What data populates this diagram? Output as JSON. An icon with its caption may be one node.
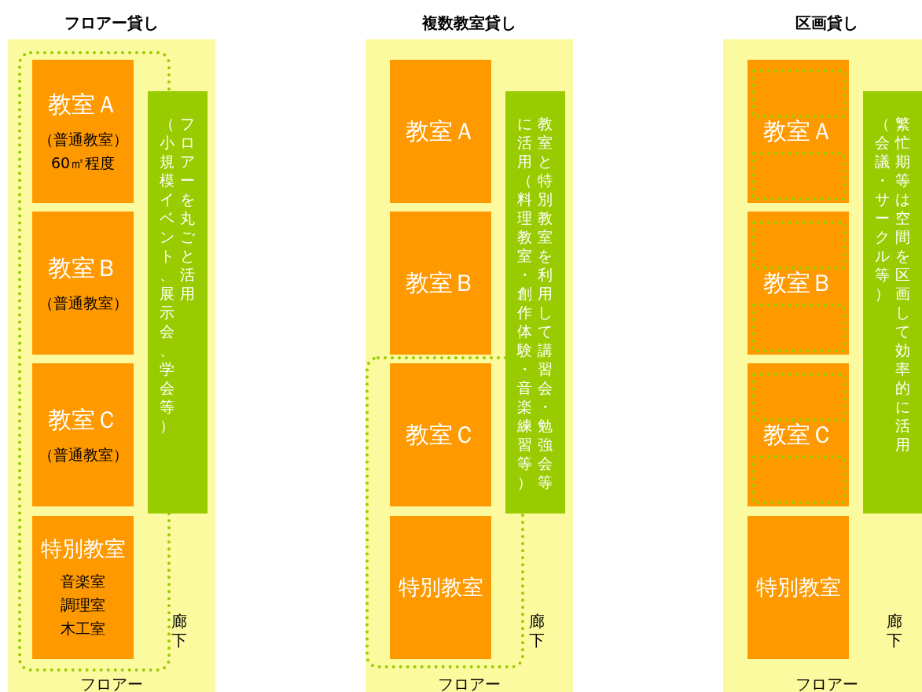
{
  "diagram": {
    "nodes": [
      {
        "text": [
          "フロアー貸し",
          "フロアー"
        ]
      },
      {
        "text": [
          "教室Ａ",
          "（普通教室）",
          "60㎡程度"
        ],
        "in": 0
      },
      {
        "text": [
          "教室Ｂ",
          "（普通教室）"
        ],
        "in": 0
      },
      {
        "text": [
          "教室Ｃ",
          "（普通教室）"
        ],
        "in": 0
      },
      {
        "text": [
          "特別教室",
          "音楽室",
          "調理室",
          "木工室"
        ],
        "in": 0
      },
      {
        "text": [
          "フロアーを丸ごと活用（小規模イベント、展示会、学会等）"
        ],
        "in": 0
      },
      {
        "text": [
          "複数教室貸し",
          "フロアー"
        ]
      },
      {
        "text": [
          "教室Ａ"
        ],
        "in": 6
      },
      {
        "text": [
          "教室Ｂ"
        ],
        "in": 6
      },
      {
        "text": [
          "教室Ｃ"
        ],
        "in": 6
      },
      {
        "text": [
          "特別教室"
        ],
        "in": 6
      },
      {
        "text": [
          "教室と特別教室を利用して講習会・勉強会等に活用（料理教室・創作体験・音楽練習等）"
        ],
        "in": 6
      },
      {
        "text": [
          "区画貸し",
          "フロアー"
        ]
      },
      {
        "text": [
          "教室Ａ"
        ],
        "in": 12
      },
      {
        "text": [
          "教室Ｂ"
        ],
        "in": 12
      },
      {
        "text": [
          "教室Ｃ"
        ],
        "in": 12
      },
      {
        "text": [
          "特別教室"
        ],
        "in": 12
      },
      {
        "text": [
          "繁忙期等は空間を区画して効率的に活用（会議・サークル等）"
        ],
        "in": 12
      }
    ],
    "labels": [
      "廊下",
      "廊下",
      "廊下"
    ]
  }
}
